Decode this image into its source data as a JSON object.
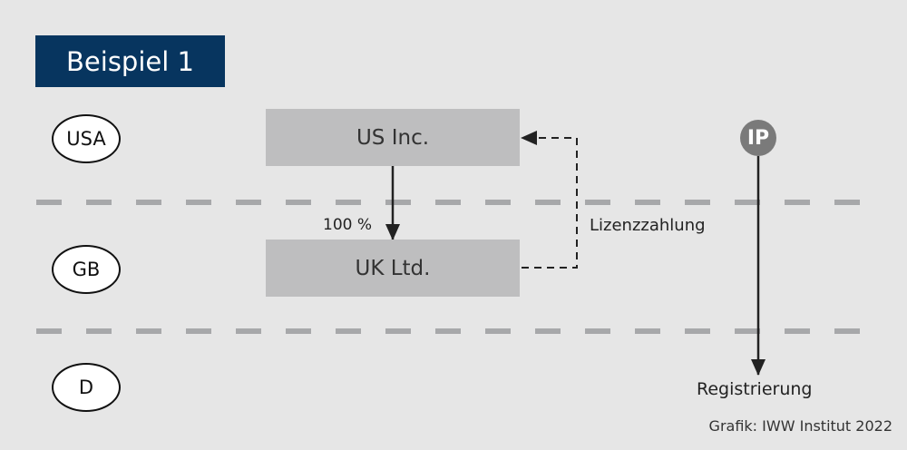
{
  "title": "Beispiel 1",
  "countries": [
    "USA",
    "GB",
    "D"
  ],
  "entities": {
    "parent": "US Inc.",
    "subsidiary": "UK Ltd."
  },
  "ownership_label": "100 %",
  "payment_label": "Lizenzzahlung",
  "ip_label": "IP",
  "registration_label": "Registrierung",
  "credit": "Grafik: IWW Institut 2022",
  "colors": {
    "title_bg": "#07355f",
    "box": "#bebebf",
    "ip": "#7a7a7a",
    "divider": "#a7a8aa"
  }
}
